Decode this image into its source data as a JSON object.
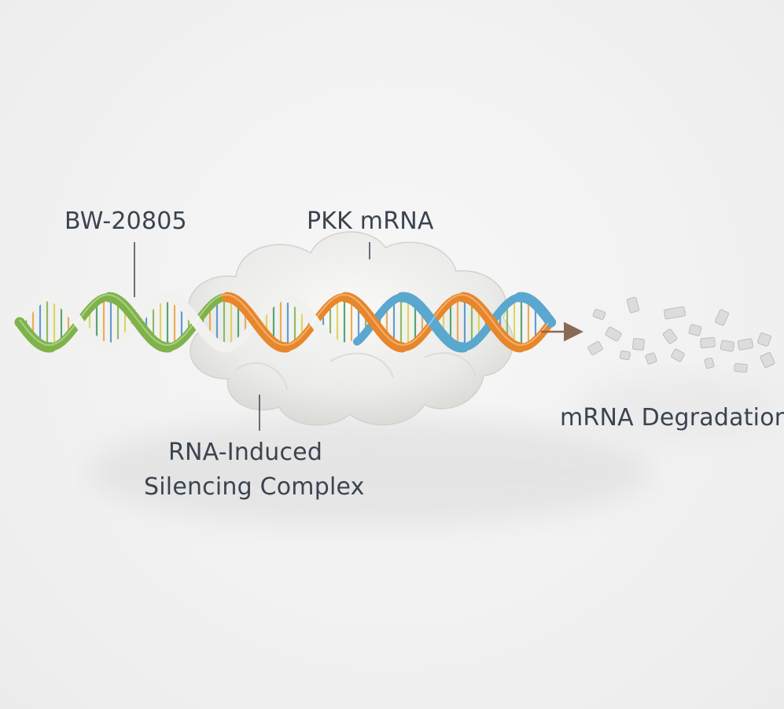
{
  "labels": {
    "drug": "BW-20805",
    "target": "PKK mRNA",
    "complex_line1": "RNA-Induced",
    "complex_line2": "Silencing Complex",
    "outcome": "mRNA Degradation"
  },
  "colors": {
    "drug_strand": "#7fb34a",
    "drug_strand_light": "#f1f1ef",
    "mrna_strand_orange": "#e8862a",
    "mrna_strand_blue": "#5aa7cf",
    "complex_cloud": "#ececea",
    "arrow": "#8a6a55",
    "fragments": "#dcdcdc",
    "text": "#3a4450"
  },
  "icons": [
    "sirna-helix",
    "risc-cloud",
    "arrow-right-icon",
    "mrna-fragments"
  ]
}
